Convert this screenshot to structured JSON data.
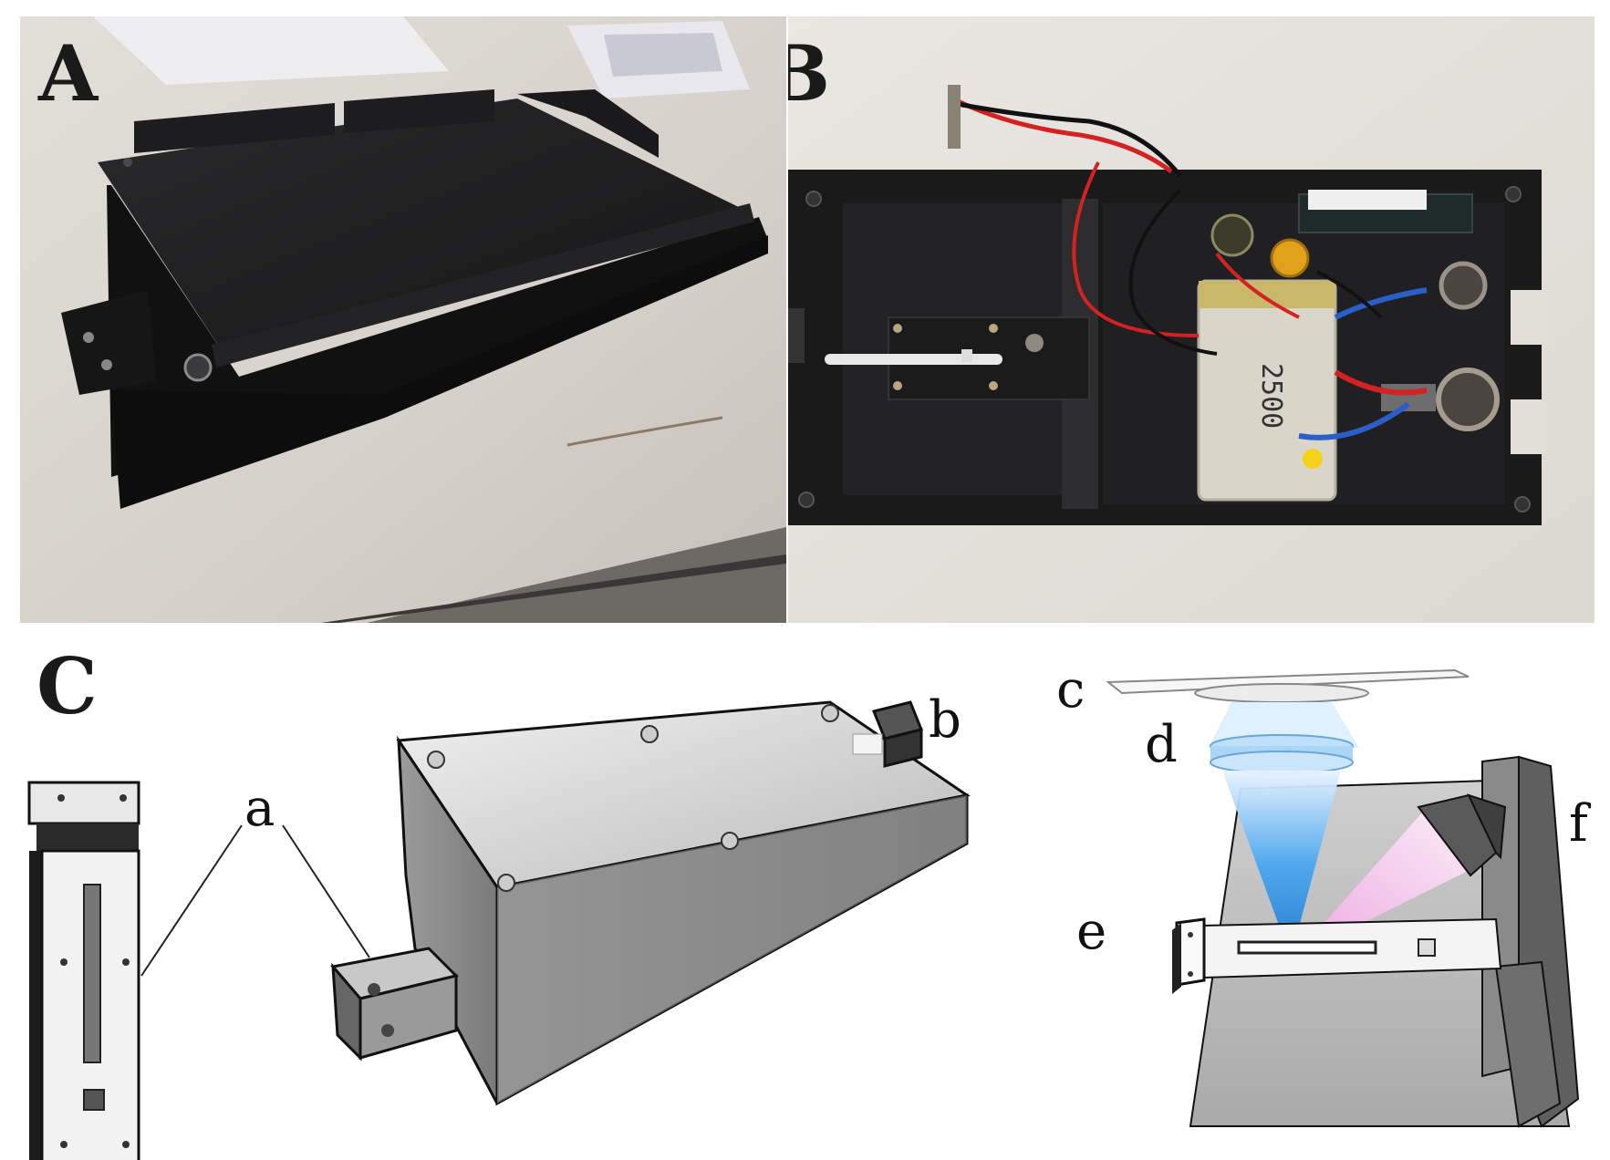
{
  "panels": {
    "A": {
      "label": "A"
    },
    "B": {
      "label": "B",
      "battery_text": "2500"
    },
    "C": {
      "label": "C"
    }
  },
  "callouts": {
    "a": "a",
    "b": "b",
    "c": "c",
    "d": "d",
    "e": "e",
    "f": "f"
  },
  "colors": {
    "device_body": "#1c1c1e",
    "desk": "#d6d2cc",
    "render_gray": "#b9b9b9",
    "beam_blue": "#4aa8f0",
    "beam_pink": "#f2a7e6"
  }
}
